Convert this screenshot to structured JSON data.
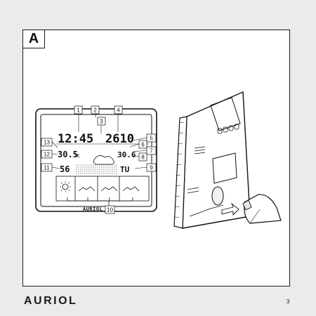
{
  "section": {
    "label": "A"
  },
  "display": {
    "time": "12:45",
    "date": "2610",
    "indoor_temp": "30.5",
    "indoor_unit": "°C",
    "indoor_humidity": "56",
    "outdoor_temp": "30.6",
    "weekday": "TU",
    "brand": "AURIOL"
  },
  "callouts": {
    "c1": "1",
    "c2": "2",
    "c3": "3",
    "c4": "4",
    "c5": "5",
    "c6": "6",
    "c7": "7",
    "c8": "8",
    "c9": "9",
    "c10": "10",
    "c11": "11",
    "c12": "12",
    "c13": "13"
  },
  "footer": {
    "brand": "AURIOL",
    "page_number": "3"
  }
}
